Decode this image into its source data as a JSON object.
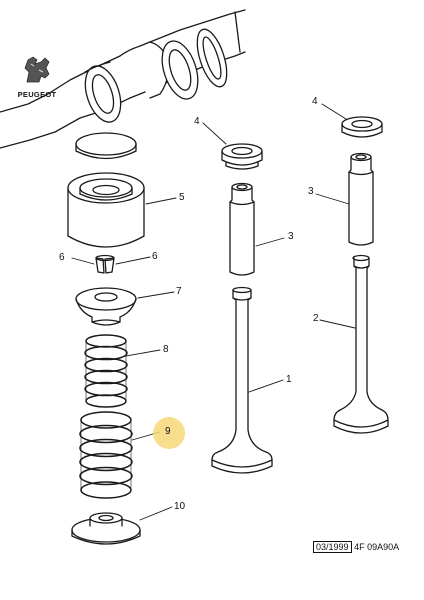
{
  "brand": {
    "name": "PEUGEOT",
    "logo_icon": "peugeot-lion-icon"
  },
  "callouts": {
    "c1": "1",
    "c2": "2",
    "c3a": "3",
    "c3b": "3",
    "c4a": "4",
    "c4b": "4",
    "c5": "5",
    "c6a": "6",
    "c6b": "6",
    "c7": "7",
    "c8": "8",
    "c9": "9",
    "c10": "10"
  },
  "highlight": {
    "label": "9",
    "color": "#f7d878"
  },
  "footer": {
    "date": "03/1999",
    "reference": "4F 09A90A"
  }
}
